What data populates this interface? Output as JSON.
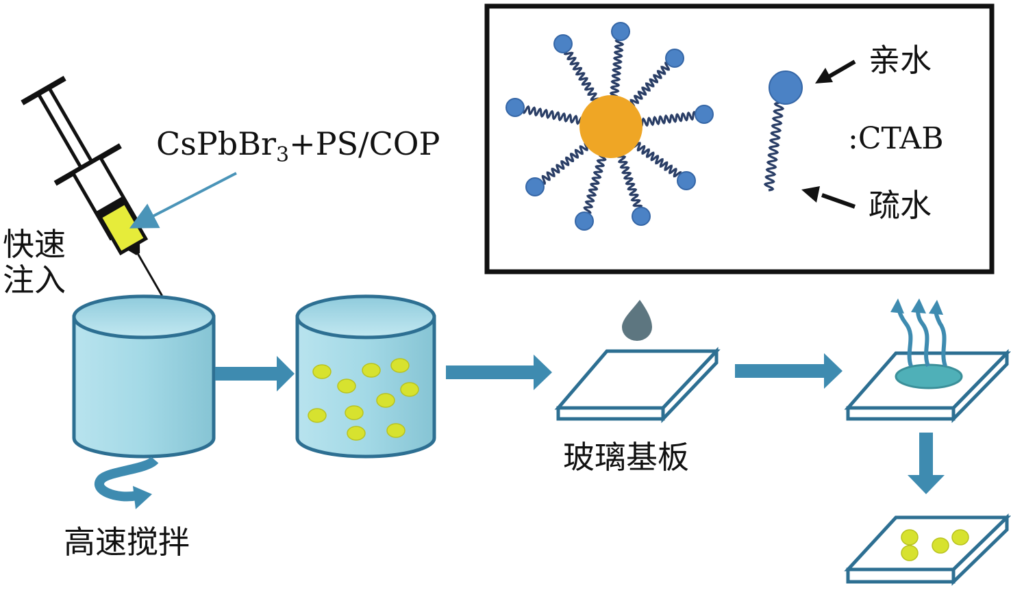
{
  "labels": {
    "reagent_main": "CsPbBr",
    "reagent_sub": "3",
    "reagent_rest": "+PS/COP",
    "inject_line1": "快速",
    "inject_line2": "注入",
    "stir": "高速搅拌",
    "substrate": "玻璃基板",
    "hydrophilic": "亲水",
    "hydrophobic": "疏水",
    "surfactant": ":CTAB"
  },
  "colors": {
    "arrow": "#3e8bb0",
    "liquid": "#9dd6e4",
    "liquid_dark": "#7bbccd",
    "outline": "#2d6f92",
    "particle": "#d7e22f",
    "core": "#efa625",
    "ligand_head": "#4b82c5",
    "ligand_tail": "#2a3e66",
    "film": "#4fb0b8",
    "droplet": "#5d7680",
    "inset_border": "#111111"
  },
  "icons": [
    "syringe-icon",
    "beaker-icon",
    "rotation-arrow-icon",
    "droplet-icon",
    "evaporation-arrows-icon",
    "glass-substrate-icon",
    "micelle-icon"
  ]
}
